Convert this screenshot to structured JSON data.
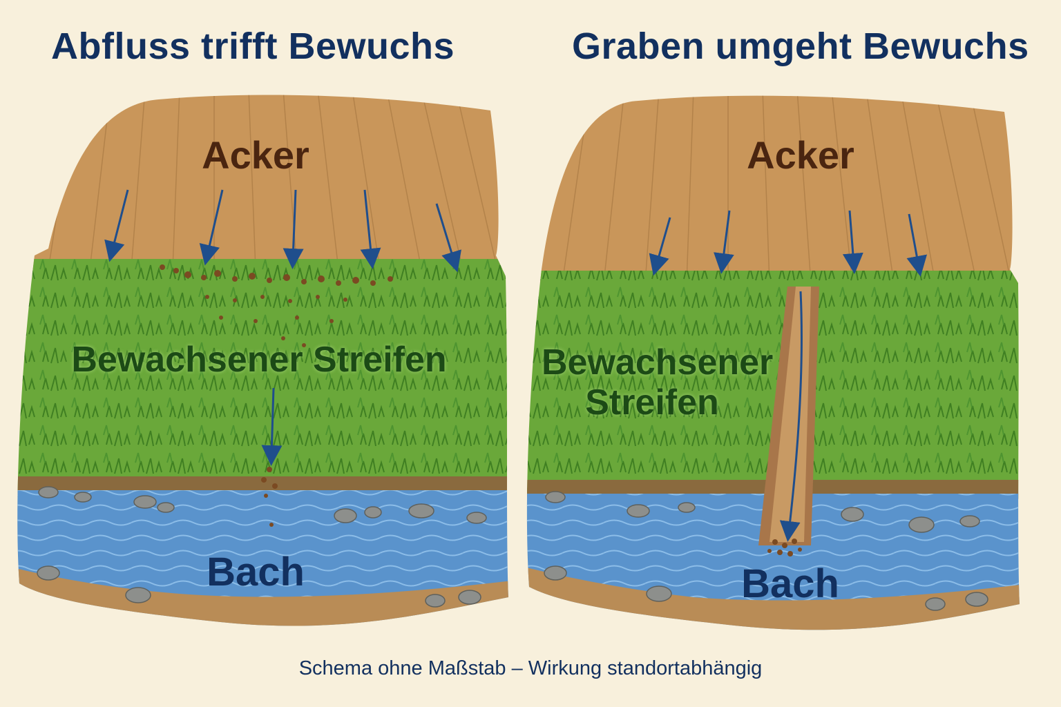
{
  "left_panel": {
    "title": "Abfluss trifft Bewuchs",
    "field_label": "Acker",
    "strip_label": "Bewachsener Streifen",
    "stream_label": "Bach"
  },
  "right_panel": {
    "title": "Graben umgeht Bewuchs",
    "field_label": "Acker",
    "strip_label_line1": "Bewachsener",
    "strip_label_line2": "Streifen",
    "stream_label": "Bach"
  },
  "caption": "Schema ohne Maßstab – Wirkung standortabhängig",
  "colors": {
    "field": "#c9965a",
    "grass": "#6aa83a",
    "water": "#5a93cc",
    "arrow": "#1f4e8c",
    "title": "#12305f"
  }
}
